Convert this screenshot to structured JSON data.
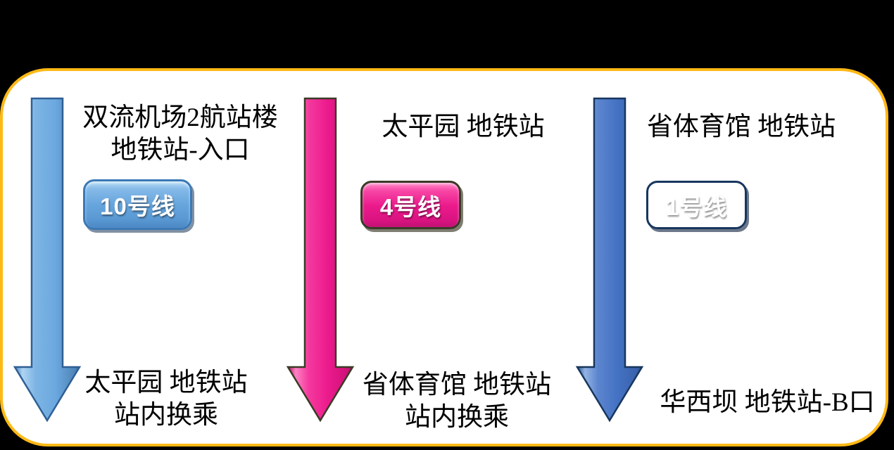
{
  "panel": {
    "page_background": "#000000",
    "background": "#FFFFFF",
    "border_color": "#FFB916"
  },
  "columns": [
    {
      "start_station_line1": "双流机场2航站楼",
      "start_station_line2": "地铁站-入口",
      "line_badge": "10号线",
      "end_station_line1": "太平园 地铁站",
      "end_station_line2": "站内换乘",
      "arrow_color": "#6CA9E0",
      "arrow_outline": "#2E5F94",
      "badge_color": "#67A5DD"
    },
    {
      "start_station_line1": "太平园 地铁站",
      "line_badge": "4号线",
      "end_station_line1": "省体育馆 地铁站",
      "end_station_line2": "站内换乘",
      "arrow_color": "#EC1A8C",
      "arrow_outline": "#3A3A26",
      "badge_color": "#EC1A8C"
    },
    {
      "start_station_line1": "省体育馆 地铁站",
      "line_badge": "1号线",
      "end_station_line1": "华西坝 地铁站-B口",
      "arrow_color": "#4472C4",
      "arrow_outline": "#17365D",
      "badge_color": "#4472C4"
    }
  ]
}
